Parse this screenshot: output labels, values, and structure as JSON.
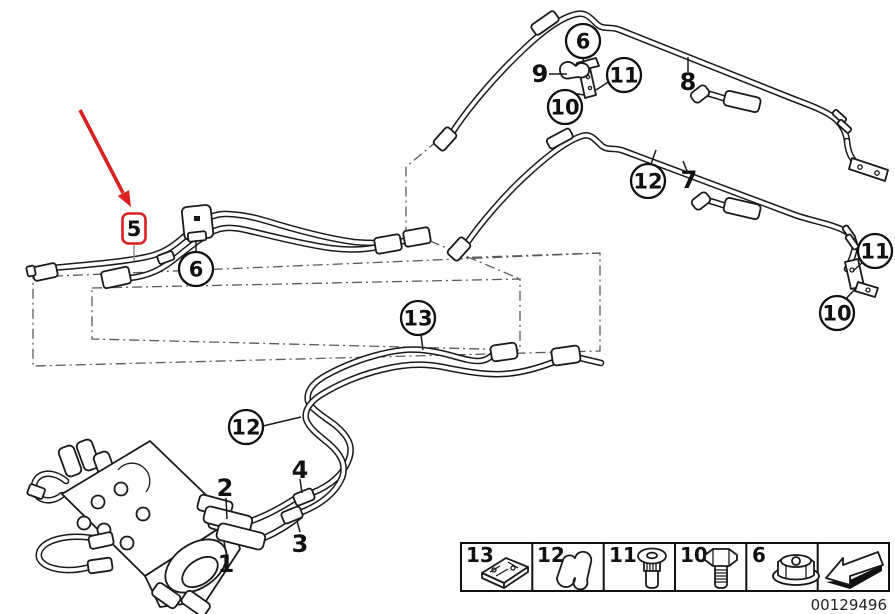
{
  "diagram": {
    "title": "Power steering hydraulic pipe lines diagram",
    "background": "#ffffff",
    "line_color": "#1a1a1a",
    "accent_red": "#d92121",
    "highlight": {
      "label": "5",
      "style": "red-box-with-arrow"
    },
    "callouts": [
      {
        "id": "pipe-5-highlight",
        "label": "5"
      },
      {
        "id": "clamp-6-left",
        "label": "6"
      },
      {
        "id": "pipe-13",
        "label": "13"
      },
      {
        "id": "clip-12-bottom",
        "label": "12"
      },
      {
        "id": "hose-2",
        "label": "2"
      },
      {
        "id": "pipe-4",
        "label": "4"
      },
      {
        "id": "pipe-3",
        "label": "3"
      },
      {
        "id": "hose-1",
        "label": "1"
      },
      {
        "id": "nut-6-top",
        "label": "6"
      },
      {
        "id": "clip-9",
        "label": "9"
      },
      {
        "id": "rivet-11-top",
        "label": "11"
      },
      {
        "id": "bolt-10-top",
        "label": "10"
      },
      {
        "id": "hose-8",
        "label": "8"
      },
      {
        "id": "clip-12-right",
        "label": "12"
      },
      {
        "id": "hose-7",
        "label": "7"
      },
      {
        "id": "rivet-11-right",
        "label": "11"
      },
      {
        "id": "bolt-10-right",
        "label": "10"
      }
    ]
  },
  "legend": {
    "items": [
      {
        "label": "13",
        "icon": "clamp-plate-icon"
      },
      {
        "label": "12",
        "icon": "pipe-clip-icon"
      },
      {
        "label": "11",
        "icon": "rivet-icon"
      },
      {
        "label": "10",
        "icon": "hex-bolt-icon"
      },
      {
        "label": "6",
        "icon": "flange-nut-icon"
      },
      {
        "label": "",
        "icon": "direction-arrow-icon"
      }
    ],
    "part_number": "00129496"
  }
}
